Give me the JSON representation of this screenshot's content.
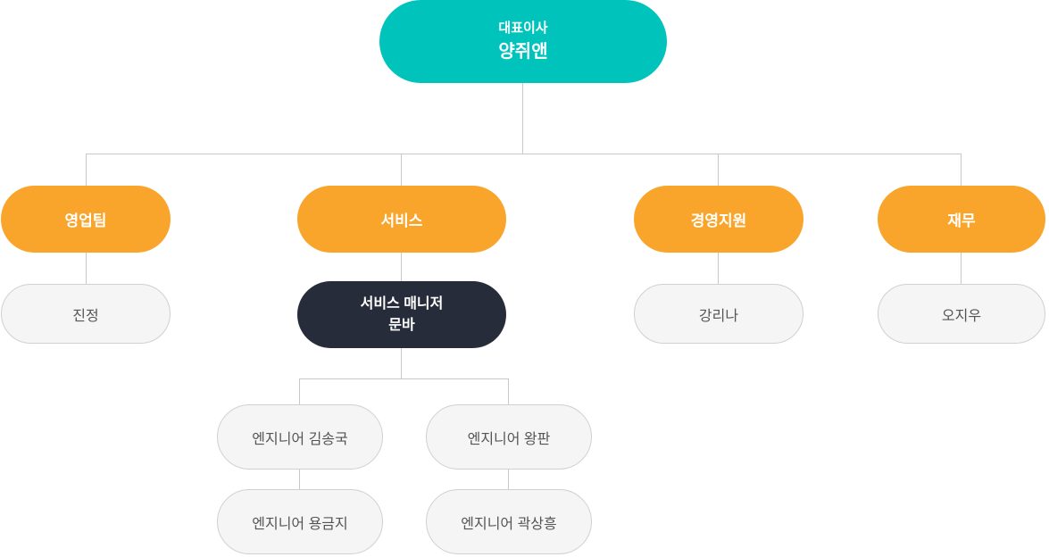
{
  "colors": {
    "root_bg": "#00C4BC",
    "dept_bg": "#F9A42B",
    "manager_bg": "#262C39",
    "member_bg": "#F5F5F6",
    "member_border": "#D0D0D0",
    "member_text": "#555555",
    "white_text": "#FFFFFF",
    "line": "#C8C8C8"
  },
  "org": {
    "ceo": {
      "title": "대표이사",
      "name": "양쥐앤"
    },
    "departments": [
      {
        "label": "영업팀"
      },
      {
        "label": "서비스"
      },
      {
        "label": "경영지원"
      },
      {
        "label": "재무"
      }
    ],
    "members": {
      "sales": "진정",
      "management": "강리나",
      "finance": "오지우"
    },
    "service_manager": {
      "role": "서비스 매니저",
      "name": "문바"
    },
    "engineers": {
      "col1": [
        "엔지니어 김송국",
        "엔지니어 용금지"
      ],
      "col2": [
        "엔지니어 왕판",
        "엔지니어 곽상흥"
      ]
    }
  },
  "chart_data": {
    "type": "org-tree",
    "root": "대표이사 양쥐앤",
    "tree": {
      "대표이사 양쥐앤": [
        "영업팀",
        "서비스",
        "경영지원",
        "재무"
      ],
      "영업팀": [
        "진정"
      ],
      "서비스": [
        "서비스 매니저 문바"
      ],
      "경영지원": [
        "강리나"
      ],
      "재무": [
        "오지우"
      ],
      "서비스 매니저 문바": [
        "엔지니어 김송국",
        "엔지니어 왕판"
      ],
      "엔지니어 김송국": [
        "엔지니어 용금지"
      ],
      "엔지니어 왕판": [
        "엔지니어 곽상흥"
      ]
    }
  }
}
